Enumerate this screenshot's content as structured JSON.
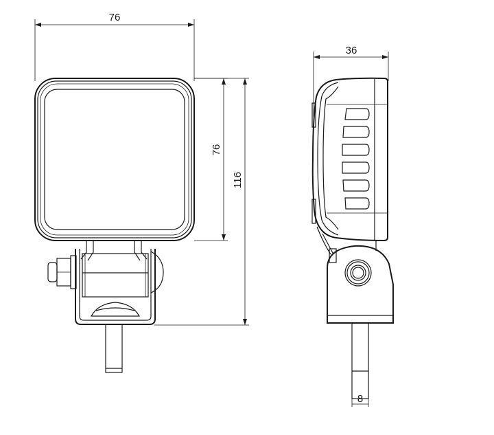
{
  "drawing": {
    "front_view": {
      "width_dimension": "76",
      "height_dimension_body": "76",
      "height_dimension_total": "116"
    },
    "side_view": {
      "depth_dimension": "36",
      "stud_dimension": "8"
    }
  }
}
